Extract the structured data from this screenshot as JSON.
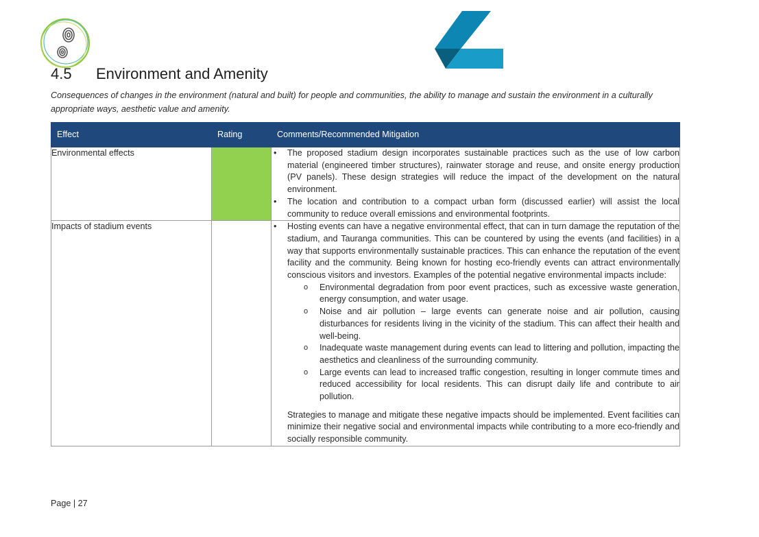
{
  "colors": {
    "header_bg": "#1f497d",
    "rating_green": "#92d050",
    "logo_blue": "#0e86b4"
  },
  "heading": {
    "number": "4.5",
    "title": "Environment and Amenity"
  },
  "intro": "Consequences of changes in the environment (natural and built) for people and communities, the ability to manage and sustain the environment in a culturally appropriate ways, aesthetic value and amenity.",
  "table": {
    "headers": [
      "Effect",
      "Rating",
      "Comments/Recommended Mitigation"
    ],
    "rows": [
      {
        "effect": "Environmental effects",
        "rating_color": "green",
        "bullets": [
          "The proposed stadium design incorporates sustainable practices such as the use of low carbon material (engineered timber structures), rainwater storage and reuse, and onsite energy production (PV panels). These design strategies will reduce the impact of the development on the natural environment.",
          "The location and contribution to a compact urban form (discussed earlier) will assist the local community to reduce overall emissions and environmental footprints."
        ]
      },
      {
        "effect": "Impacts of stadium events",
        "rating_color": "none",
        "bullet": "Hosting events can have a negative environmental effect, that can in turn damage the reputation of the stadium, and Tauranga communities. This can be countered by using the events (and facilities) in a way that supports environmentally sustainable practices. This can enhance the reputation of the event facility and the community. Being known for hosting eco-friendly events can attract environmentally conscious visitors and investors. Examples of the potential negative environmental impacts include:",
        "sub_items": [
          "Environmental degradation from poor event practices, such as excessive waste generation, energy consumption, and water usage.",
          "Noise and air pollution – large events can generate noise and air pollution, causing disturbances for residents living in the vicinity of the stadium. This can affect their health and well-being.",
          "Inadequate waste management during events can lead to littering and pollution, impacting the aesthetics and cleanliness of the surrounding community.",
          "Large events can lead to increased traffic congestion, resulting in longer commute times and reduced accessibility for local residents. This can disrupt daily life and contribute to air pollution."
        ],
        "closing": "Strategies to manage and mitigate these negative impacts should be implemented. Event facilities can minimize their negative social and environmental impacts while contributing to a more eco-friendly and socially responsible community."
      }
    ]
  },
  "footer": {
    "page_label": "Page | 27"
  }
}
